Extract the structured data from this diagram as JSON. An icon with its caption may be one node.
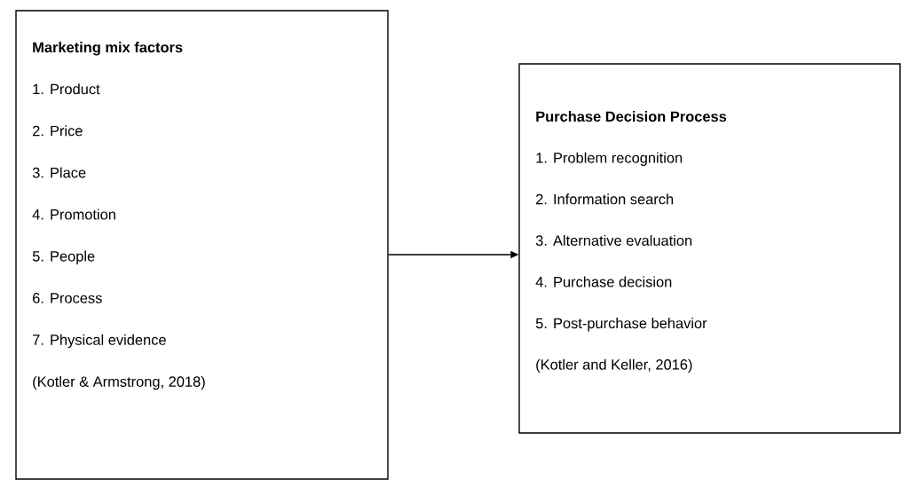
{
  "diagram": {
    "nodes": [
      {
        "text": [
          "Marketing mix factors",
          "1. Product",
          "2. Price",
          "3. Place",
          "4. Promotion",
          "5. People",
          "6. Process",
          "7. Physical evidence",
          "(Kotler & Armstrong, 2018)"
        ]
      },
      {
        "text": [
          "Purchase Decision Process",
          "1. Problem recognition",
          "2. Information search",
          "3. Alternative evaluation",
          "4. Purchase decision",
          "5. Post-purchase behavior",
          "(Kotler and Keller, 2016)"
        ]
      }
    ],
    "edges": [
      {
        "from": 0,
        "to": 1,
        "arrow": "to"
      }
    ]
  }
}
